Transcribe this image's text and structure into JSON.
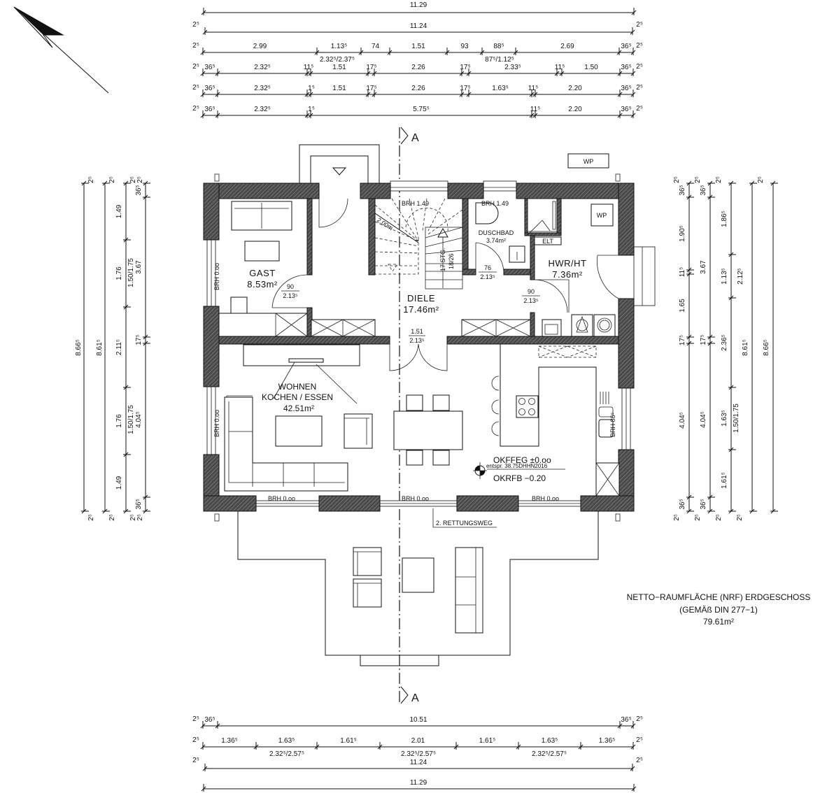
{
  "rooms": {
    "gast": {
      "name": "GAST",
      "area": "8.53m²"
    },
    "diele": {
      "name": "DIELE",
      "area": "17.46m²"
    },
    "duschbad": {
      "name": "DUSCHBAD",
      "area": "3.74m²"
    },
    "hwr": {
      "name": "HWR/HT",
      "area": "7.36m²"
    },
    "wohnen": {
      "name1": "WOHNEN",
      "name2": "KOCHEN / ESSEN",
      "area": "42.51m²"
    }
  },
  "doors": {
    "gast": {
      "w": "90",
      "h": "2.13⁵"
    },
    "dusch": {
      "w": "76",
      "h": "2.13⁵"
    },
    "hwr": {
      "w": "90",
      "h": "2.13⁵"
    },
    "wohnen": {
      "w": "1.51",
      "h": "2.13⁵"
    }
  },
  "annotations": {
    "brh_stair": "BRH 1.49",
    "brh_dusch": "BRH 1.49",
    "brh_gast": "BRH 0.oo",
    "brh_wohnen_left": "BRH 0.oo",
    "brh_bottom_1": "BRH 0.oo",
    "brh_bottom_2": "BRH 0.oo",
    "brh_bottom_3": "BRH 0.oo",
    "brh_kitchen": "BRH 86⁵",
    "stair_steps": "17 STG.",
    "stair_ratio": "18/26",
    "stair_height": "2.00m",
    "elt": "ELT",
    "wp_outdoor": "WP",
    "wp_indoor": "WP",
    "level_top": "OKFFEG ±0.oo",
    "level_ref": "entspr. 38.75DHHN2016",
    "level_bottom": "OKRFB −0.20",
    "escape": "2. RETTUNGSWEG",
    "section_top": "A",
    "section_bottom": "A"
  },
  "summary": {
    "line1": "NETTO−RAUMFLÄCHE (NRF) ERDGESCHOSS",
    "line2": "(GEMÄß DIN 277−1)",
    "line3": "79.61m²"
  },
  "dimensions": {
    "top": [
      [
        "11.29"
      ],
      [
        "2⁵",
        "11.24",
        "2⁵"
      ],
      [
        "2⁵",
        "2.99",
        "1.13⁵",
        "74",
        "1.51",
        "93",
        "88⁵",
        "2.69",
        "36⁵",
        "2⁵",
        "2.32⁵/2.37⁵",
        "87⁵/1.12⁵"
      ],
      [
        "2⁵",
        "36⁵",
        "2.32⁵",
        "11⁵",
        "1.51",
        "17⁵",
        "2.26",
        "17⁵",
        "2.33⁵",
        "11⁵",
        "1.50",
        "36⁵",
        "2⁵"
      ],
      [
        "2⁵",
        "36⁵",
        "2.32⁵",
        "1⁵",
        "1.51",
        "17⁵",
        "2.26",
        "17⁵",
        "1.63⁵",
        "11⁵",
        "2.20",
        "36⁵",
        "2⁵"
      ],
      [
        "2⁵",
        "36⁵",
        "2.32⁵",
        "1⁵",
        "5.75⁵",
        "11⁵",
        "2.20",
        "36⁵",
        "2⁵"
      ]
    ],
    "bottom": [
      [
        "2⁵",
        "36⁵",
        "10.51",
        "36⁵",
        "2⁵"
      ],
      [
        "2⁵",
        "1.36⁵",
        "1.63⁵",
        "1.61⁵",
        "2.01",
        "1.61⁵",
        "1.63⁵",
        "1.36⁵",
        "2⁵",
        "2.32⁵/2.57⁵",
        "2.32⁵/2.57⁵",
        "2.32⁵/2.57⁵"
      ],
      [
        "2⁵",
        "11.24",
        "2⁵"
      ],
      [
        "11.29"
      ]
    ],
    "left": [
      [
        "8.66⁵",
        "2⁵",
        "2⁵"
      ],
      [
        "8.61⁵",
        "2⁵",
        "2⁵"
      ],
      [
        "2⁵",
        "1.49",
        "1.76",
        "2.11⁵",
        "1.76",
        "1.49",
        "2⁵"
      ],
      [
        "2⁵",
        "36⁵",
        "1.50/1.75",
        "3.67",
        "17⁵",
        "1.50/1.75",
        "4.04⁵",
        "36⁵",
        "2⁵"
      ]
    ],
    "right": [
      [
        "2⁵",
        "36⁵",
        "1.90⁵",
        "11⁵",
        "1.65",
        "17⁵",
        "4.04⁵",
        "36⁵",
        "2⁵"
      ],
      [
        "2⁵",
        "36⁵",
        "3.67",
        "17⁵",
        "4.04⁵",
        "36⁵",
        "2⁵"
      ],
      [
        "2⁵",
        "1.86⁵",
        "1.13⁵",
        "2.12⁵",
        "2.36⁵",
        "1.63⁵",
        "1.50/1.75",
        "1.61⁵",
        "2⁵"
      ],
      [
        "8.61⁵",
        "2⁵"
      ],
      [
        "8.66⁵",
        "2⁵"
      ]
    ]
  }
}
